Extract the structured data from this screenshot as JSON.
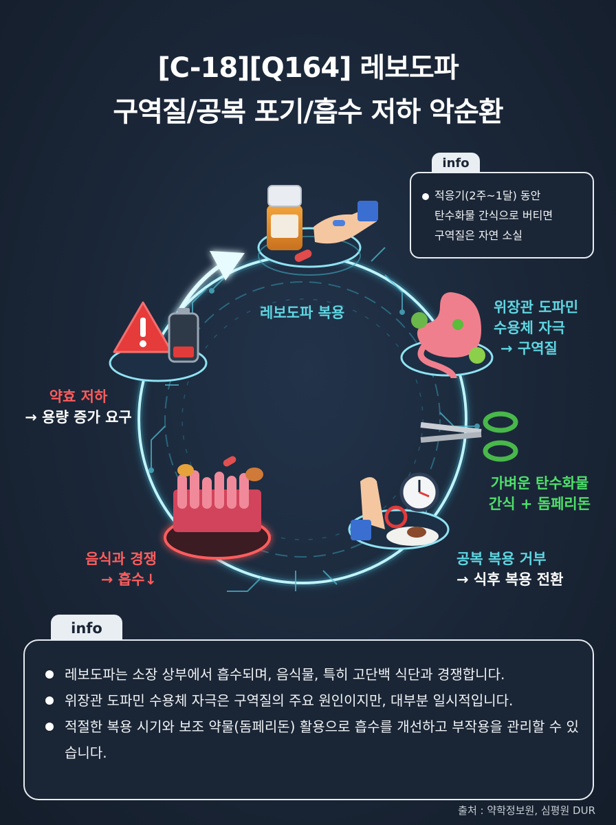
{
  "title": {
    "line1": "[C-18][Q164] 레보도파",
    "line2": "구역질/공복 포기/흡수 저하 악순환"
  },
  "info_top": {
    "tag": "info",
    "lines": [
      "적응기(2주~1달) 동안",
      "탄수화물 간식으로 버티면",
      "구역질은 자연 소실"
    ]
  },
  "cycle": {
    "levodopa": "레보도파 복용",
    "nausea": [
      "위장관 도파민",
      "수용체 자극",
      "→ 구역질"
    ],
    "snack": [
      "가벼운 탄수화물",
      "간식 + 돔페리돈"
    ],
    "refusal": [
      "공복 복용 거부",
      "→ 식후 복용 전환"
    ],
    "competition": [
      "음식과 경쟁",
      "→ 흡수↓"
    ],
    "efficacy": [
      "약효 저하",
      "→ 용량 증가 요구"
    ]
  },
  "icons": [
    "pill-bottle-icon",
    "stomach-icon",
    "scissors-icon",
    "hand-stop-icon",
    "clock-icon",
    "intestine-icon",
    "warning-icon",
    "battery-icon",
    "cycle-arrow-icon"
  ],
  "colors": {
    "cyan": "#5fd6e2",
    "red": "#ff5d5d",
    "green": "#4ee06a",
    "background": "#1a2637"
  },
  "info_bottom": {
    "tag": "info",
    "items": [
      "레보도파는 소장 상부에서 흡수되며, 음식물, 특히 고단백 식단과 경쟁합니다.",
      "위장관 도파민 수용체 자극은 구역질의 주요 원인이지만, 대부분 일시적입니다.",
      "적절한 복용 시기와 보조 약물(돔페리돈) 활용으로 흡수를 개선하고 부작용을 관리할 수 있습니다."
    ]
  },
  "source": "출처 : 약학정보원, 심평원 DUR"
}
